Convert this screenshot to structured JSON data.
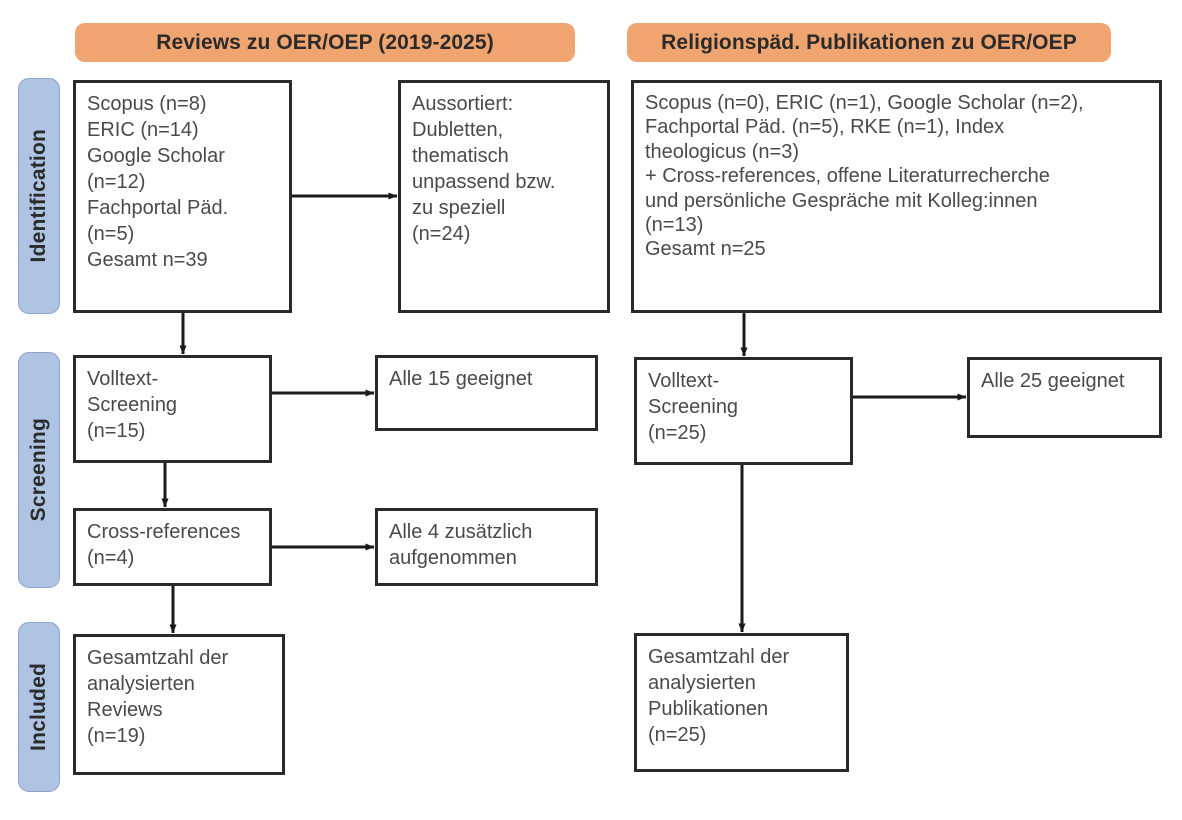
{
  "headers": {
    "left": "Reviews zu OER/OEP (2019-2025)",
    "right": "Religionspäd. Publikationen zu OER/OEP"
  },
  "stages": [
    {
      "key": "identification",
      "label": "Identification"
    },
    {
      "key": "screening",
      "label": "Screening"
    },
    {
      "key": "included",
      "label": "Included"
    }
  ],
  "colors": {
    "header_pill": "#F0A571",
    "stage_pill": "#AFC3E3",
    "box_border": "#2a2a2a",
    "box_text": "#4a4a4a",
    "connector": "#1a1a1a"
  },
  "left_column": {
    "identification_box": "Scopus (n=8)\nERIC (n=14)\nGoogle Scholar\n(n=12)\nFachportal Päd.\n(n=5)\nGesamt n=39",
    "excluded_box": "Aussortiert:\nDubletten,\nthematisch\nunpassend bzw.\nzu speziell\n(n=24)",
    "fulltext_box": "Volltext-\nScreening\n(n=15)",
    "fulltext_result_box": "Alle 15 geeignet",
    "crossref_box": "Cross-references\n(n=4)",
    "crossref_result_box": "Alle 4 zusätzlich\naufgenommen",
    "included_box": "Gesamtzahl der\nanalysierten\nReviews\n(n=19)"
  },
  "right_column": {
    "identification_box": "Scopus (n=0), ERIC (n=1), Google Scholar (n=2),\nFachportal Päd. (n=5), RKE (n=1), Index\ntheologicus (n=3)\n+ Cross-references, offene Literaturrecherche\nund persönliche Gespräche mit Kolleg:innen\n(n=13)\nGesamt n=25",
    "fulltext_box": "Volltext-\nScreening\n(n=25)",
    "fulltext_result_box": "Alle 25 geeignet",
    "included_box": "Gesamtzahl der\nanalysierten\nPublikationen\n(n=25)"
  },
  "flow_counts": {
    "left_sources": [
      {
        "name": "Scopus",
        "n": 8
      },
      {
        "name": "ERIC",
        "n": 14
      },
      {
        "name": "Google Scholar",
        "n": 12
      },
      {
        "name": "Fachportal Päd.",
        "n": 5
      }
    ],
    "left_total_identified": 39,
    "left_excluded": 24,
    "left_fulltext_screened": 15,
    "left_fulltext_eligible": 15,
    "left_crossreferences": 4,
    "left_crossreferences_added": 4,
    "left_included": 19,
    "right_sources": [
      {
        "name": "Scopus",
        "n": 0
      },
      {
        "name": "ERIC",
        "n": 1
      },
      {
        "name": "Google Scholar",
        "n": 2
      },
      {
        "name": "Fachportal Päd.",
        "n": 5
      },
      {
        "name": "RKE",
        "n": 1
      },
      {
        "name": "Index theologicus",
        "n": 3
      },
      {
        "name": "Cross-references, offene Literaturrecherche und persönliche Gespräche mit Kolleg:innen",
        "n": 13
      }
    ],
    "right_total_identified": 25,
    "right_fulltext_screened": 25,
    "right_fulltext_eligible": 25,
    "right_included": 25
  }
}
